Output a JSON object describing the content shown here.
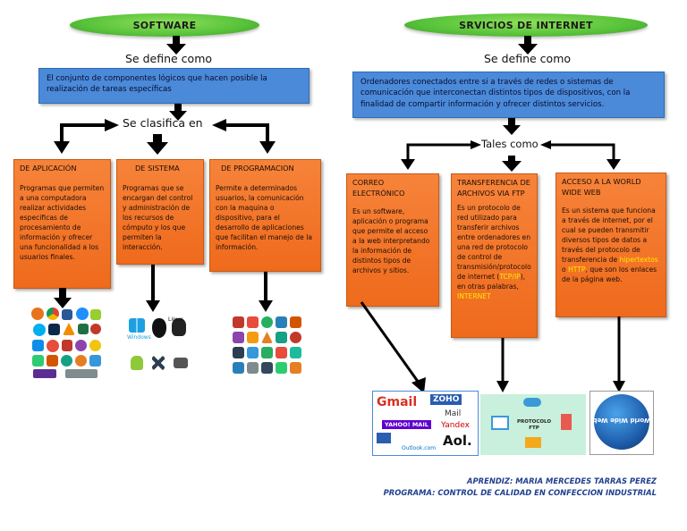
{
  "left": {
    "title": "SOFTWARE",
    "define_label": "Se define como",
    "definition": "El conjunto de componentes lógicos que hacen posible la realización de tareas específicas",
    "classify_label": "Se clasifica en",
    "boxes": [
      {
        "title": "DE APLICACIÓN",
        "body": "Programas que permiten a una computadora realizar actividades especificas de procesamiento de información y ofrecer una funcionalidad a los usuarios finales."
      },
      {
        "title": "DE SISTEMA",
        "body": "Programas que se encargan del control y administración de los recursos de cómputo y los que permiten la interacción."
      },
      {
        "title": "DE PROGRAMACION",
        "body": "Permite a determinados usuarios, la comunicación con la maquina o dispositivo, para el desarrollo de aplicaciones que facilitan el manejo de la información."
      }
    ],
    "system_icons": {
      "os1": "Windows",
      "os2": "Linux"
    }
  },
  "right": {
    "title": "SRVICIOS DE INTERNET",
    "define_label": "Se define como",
    "definition": "Ordenadores conectados entre si a través de redes o sistemas de comunicación que interconectan distintos tipos de dispositivos, con la finalidad de compartir información y ofrecer distintos servicios.",
    "tales_label": "Tales como",
    "boxes": [
      {
        "title": "CORREO ELECTRÓNICO",
        "body": "Es un software, aplicación o programa que permite el acceso a la web interpretando la información de distintos tipos de archivos y sitios."
      },
      {
        "title": "TRANSFERENCIA DE ARCHIVOS VIA FTP",
        "body_1": "Es un protocolo de red utilizado para transferir archivos entre ordenadores en una red de protocolo de control de transmisión/protocolo de internet (",
        "hl_1": "TCP/IP",
        "body_2": "), en otras palabras,",
        "hl_2": "INTERNET"
      },
      {
        "title": "ACCESO A LA WORLD WIDE WEB",
        "body_1": "Es un sistema que funciona a través de internet, por el cual se pueden transmitir diversos tipos de datos a través del protocolo de transferencia de",
        "hl_1": "hipertextos",
        "body_2": "o",
        "hl_2": "HTTP",
        "body_3": ", que son los enlaces de la página web."
      }
    ],
    "mail_logos": {
      "gmail": "Gmail",
      "zoho": "ZOHO",
      "mail": "Mail",
      "yahoo": "YAHOO! MAIL",
      "yandex": "Yandex",
      "aol": "Aol.",
      "outlook": "Outlook.com"
    },
    "ftp_label": "PROTOCOLO FTP",
    "www_label": "World Wide Web"
  },
  "footer": {
    "line1": "APRENDIZ: MARIA MERCEDES TARRAS PEREZ",
    "line2": "PROGRAMA: CONTROL DE CALIDAD EN CONFECCION INDUSTRIAL"
  },
  "colors": {
    "ellipse": "#57c23a",
    "blue_box": "#4a8ad8",
    "orange_box": "#ef6a1c",
    "highlight": "#ffe800",
    "footer": "#1f3f8f"
  }
}
